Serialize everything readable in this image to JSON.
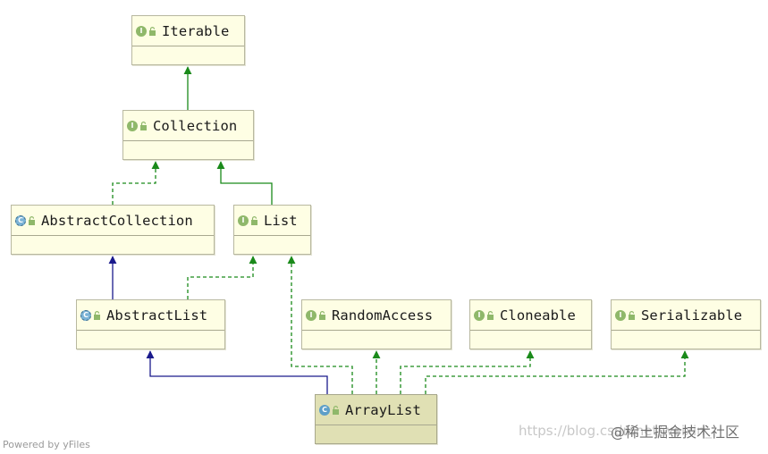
{
  "diagram": {
    "nodes": {
      "iterable": {
        "label": "Iterable",
        "kind": "interface"
      },
      "collection": {
        "label": "Collection",
        "kind": "interface"
      },
      "abstract_collection": {
        "label": "AbstractCollection",
        "kind": "abstract-class"
      },
      "list": {
        "label": "List",
        "kind": "interface"
      },
      "abstract_list": {
        "label": "AbstractList",
        "kind": "abstract-class"
      },
      "random_access": {
        "label": "RandomAccess",
        "kind": "interface"
      },
      "cloneable": {
        "label": "Cloneable",
        "kind": "interface"
      },
      "serializable": {
        "label": "Serializable",
        "kind": "interface"
      },
      "array_list": {
        "label": "ArrayList",
        "kind": "class"
      }
    },
    "edges": [
      {
        "from": "collection",
        "to": "iterable",
        "type": "extends-interface"
      },
      {
        "from": "abstract_collection",
        "to": "collection",
        "type": "implements"
      },
      {
        "from": "list",
        "to": "collection",
        "type": "extends-interface"
      },
      {
        "from": "abstract_list",
        "to": "abstract_collection",
        "type": "extends-class"
      },
      {
        "from": "abstract_list",
        "to": "list",
        "type": "implements"
      },
      {
        "from": "array_list",
        "to": "abstract_list",
        "type": "extends-class"
      },
      {
        "from": "array_list",
        "to": "list",
        "type": "implements"
      },
      {
        "from": "array_list",
        "to": "random_access",
        "type": "implements"
      },
      {
        "from": "array_list",
        "to": "cloneable",
        "type": "implements"
      },
      {
        "from": "array_list",
        "to": "serializable",
        "type": "implements"
      }
    ],
    "colors": {
      "interface_edge": "#1a8a1a",
      "class_edge": "#1a1a8c",
      "node_fill": "#fefee4",
      "selected_fill": "#e0e0b4"
    },
    "badges": {
      "interface": "I",
      "class": "C"
    }
  },
  "footer": {
    "powered_by": "Powered by yFiles"
  },
  "watermark": {
    "url": "https://blog.csdn.net/weixin_",
    "brand": "@稀土掘金技术社区"
  }
}
